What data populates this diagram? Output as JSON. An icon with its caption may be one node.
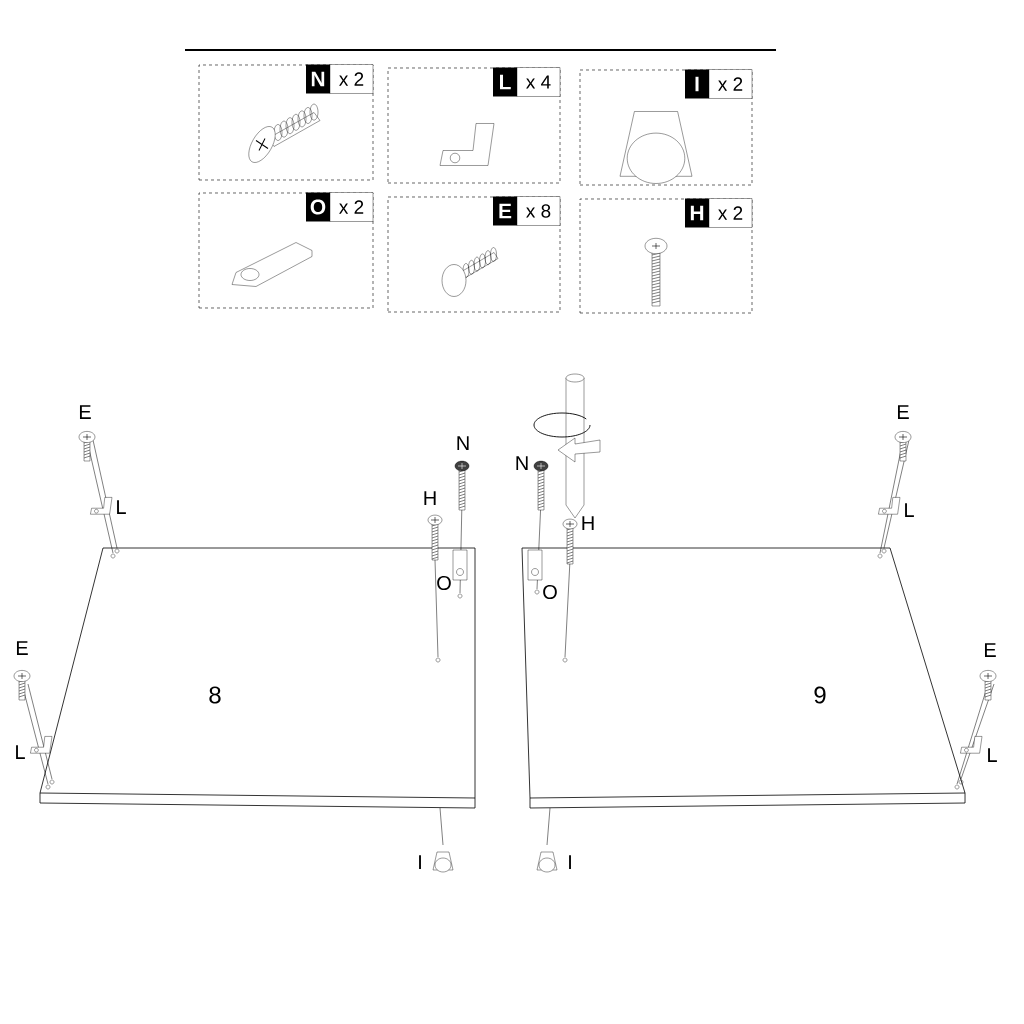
{
  "diagram": {
    "nodes": [
      {
        "text": [
          "N",
          "x 2"
        ]
      },
      {
        "text": [
          "L",
          "x 4"
        ]
      },
      {
        "text": [
          "I",
          "x 2"
        ]
      },
      {
        "text": [
          "O",
          "x 2"
        ]
      },
      {
        "text": [
          "E",
          "x 8"
        ]
      },
      {
        "text": [
          "H",
          "x 2"
        ]
      },
      {
        "text": [
          "8"
        ]
      },
      {
        "text": [
          "9"
        ]
      }
    ],
    "labels": [
      "E",
      "E",
      "N",
      "N",
      "H",
      "L",
      "L",
      "H",
      "O",
      "O",
      "E",
      "E",
      "L",
      "L",
      "I",
      "I"
    ]
  }
}
